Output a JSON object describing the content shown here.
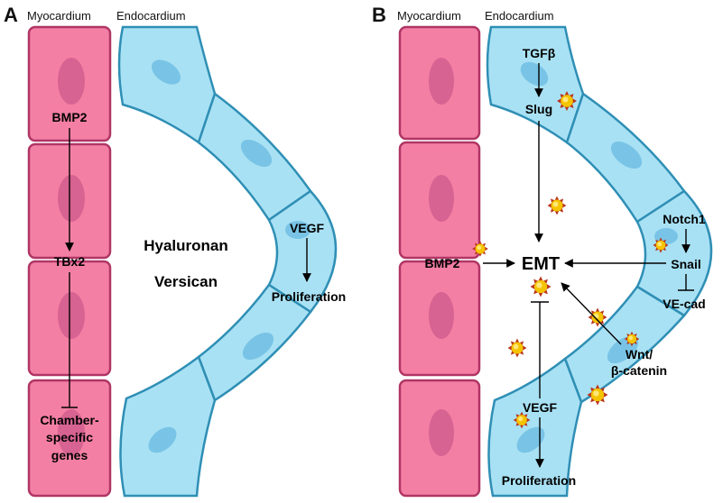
{
  "panel_a": {
    "letter": "A",
    "myocardium_label": "Myocardium",
    "endocardium_label": "Endocardium",
    "bmp2": "BMP2",
    "tbx2": "TBx2",
    "target_genes_line1": "Chamber-",
    "target_genes_line2": "specific",
    "target_genes_line3": "genes",
    "ecm1": "Hyaluronan",
    "ecm2": "Versican",
    "vegf": "VEGF",
    "proliferation": "Proliferation"
  },
  "panel_b": {
    "letter": "B",
    "myocardium_label": "Myocardium",
    "endocardium_label": "Endocardium",
    "tgfb": "TGFβ",
    "slug": "Slug",
    "notch1": "Notch1",
    "snail": "Snail",
    "vecad": "VE-cad",
    "bmp2": "BMP2",
    "emt": "EMT",
    "wnt_line1": "Wnt/",
    "wnt_line2": "β-catenin",
    "vegf": "VEGF",
    "proliferation": "Proliferation"
  },
  "colors": {
    "myocardium_fill": "#f47fa4",
    "endocardium_fill": "#a9e1f4",
    "cell_marker": "#f5c400"
  },
  "icons": [
    "yellow-spiky-cell-icon"
  ]
}
